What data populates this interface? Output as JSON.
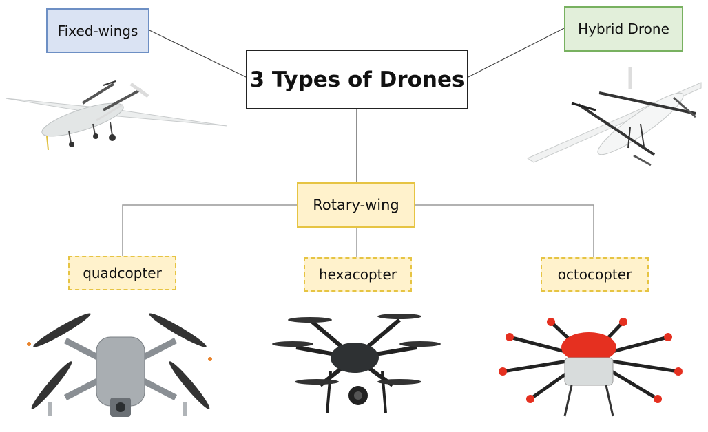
{
  "diagram": {
    "title": "3 Types of Drones",
    "fixed_wing_label": "Fixed-wings",
    "hybrid_label": "Hybrid Drone",
    "rotary_label": "Rotary-wing",
    "subtypes": [
      "quadcopter",
      "hexacopter",
      "octocopter"
    ]
  },
  "colors": {
    "fixed_fill": "#dae3f3",
    "fixed_border": "#6d8fc4",
    "hybrid_fill": "#e2efda",
    "hybrid_border": "#78b160",
    "rotary_fill": "#fff2cc",
    "rotary_border": "#e6c443",
    "octocopter_accent": "#e53020"
  },
  "illustrations": [
    "fixed-wing-drone-image",
    "hybrid-vtol-drone-image",
    "quadcopter-drone-image",
    "hexacopter-drone-image",
    "octocopter-drone-image"
  ]
}
